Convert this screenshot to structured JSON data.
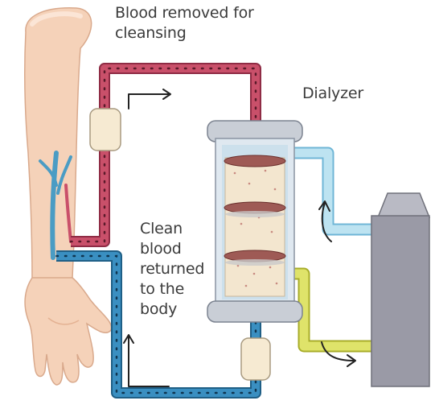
{
  "labels": {
    "blood_removed": [
      "Blood removed for",
      "cleansing"
    ],
    "dialyzer": "Dialyzer",
    "clean_blood": [
      "Clean",
      "blood",
      "returned",
      "to the",
      "body"
    ]
  },
  "colors": {
    "arterial_line": "#c9506a",
    "venous_line": "#3a8fc1",
    "dialysate_in": "#a9d8ea",
    "dialysate_out": "#d8dd5a",
    "skin": "#f5d2b9",
    "machine": "#9a9aa6",
    "dialyzer_housing": "#c9ced6",
    "filter_core": "#f3e6cf"
  }
}
